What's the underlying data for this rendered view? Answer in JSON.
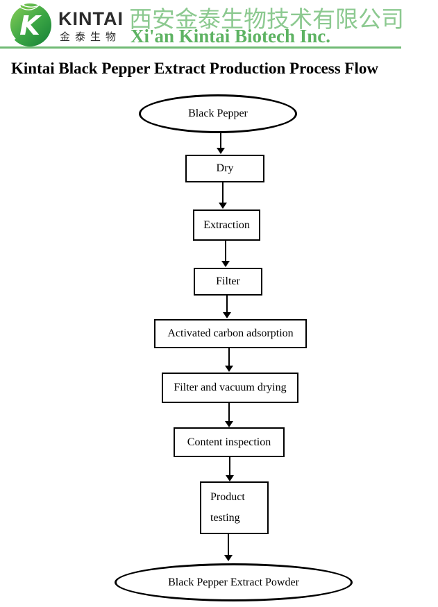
{
  "header": {
    "logo": {
      "icon": "kintai-k-logo",
      "brand": "KINTAI",
      "brand_cn": "金泰生物"
    },
    "company_name_cn": "西安金泰生物技术有限公司",
    "company_name_en": "Xi'an Kintai Biotech Inc.",
    "colors": {
      "company_cn_green": "#8cc990",
      "company_en_green": "#5eb363",
      "divider_green": "#70ba74",
      "logo_green_light": "#8ed159",
      "logo_green_dark": "#157f36"
    }
  },
  "title": "Kintai Black Pepper Extract Production Process Flow",
  "flowchart": {
    "nodes": [
      {
        "id": "black-pepper",
        "shape": "ellipse",
        "label": "Black Pepper"
      },
      {
        "id": "dry",
        "shape": "rect",
        "label": "Dry"
      },
      {
        "id": "extraction",
        "shape": "rect",
        "label": "Extraction"
      },
      {
        "id": "filter",
        "shape": "rect",
        "label": "Filter"
      },
      {
        "id": "activated-carbon-adsorption",
        "shape": "rect",
        "label": "Activated carbon adsorption"
      },
      {
        "id": "filter-and-vacuum-drying",
        "shape": "rect",
        "label": "Filter and vacuum drying"
      },
      {
        "id": "content-inspection",
        "shape": "rect",
        "label": "Content inspection"
      },
      {
        "id": "product-testing",
        "shape": "rect",
        "label": "Product testing",
        "line1": "Product",
        "line2": "testing"
      },
      {
        "id": "black-pepper-extract-powder",
        "shape": "ellipse",
        "label": "Black Pepper Extract Powder"
      }
    ],
    "edges": [
      {
        "from": "black-pepper",
        "to": "dry"
      },
      {
        "from": "dry",
        "to": "extraction"
      },
      {
        "from": "extraction",
        "to": "filter"
      },
      {
        "from": "filter",
        "to": "activated-carbon-adsorption"
      },
      {
        "from": "activated-carbon-adsorption",
        "to": "filter-and-vacuum-drying"
      },
      {
        "from": "filter-and-vacuum-drying",
        "to": "content-inspection"
      },
      {
        "from": "content-inspection",
        "to": "product-testing"
      },
      {
        "from": "product-testing",
        "to": "black-pepper-extract-powder"
      }
    ]
  }
}
